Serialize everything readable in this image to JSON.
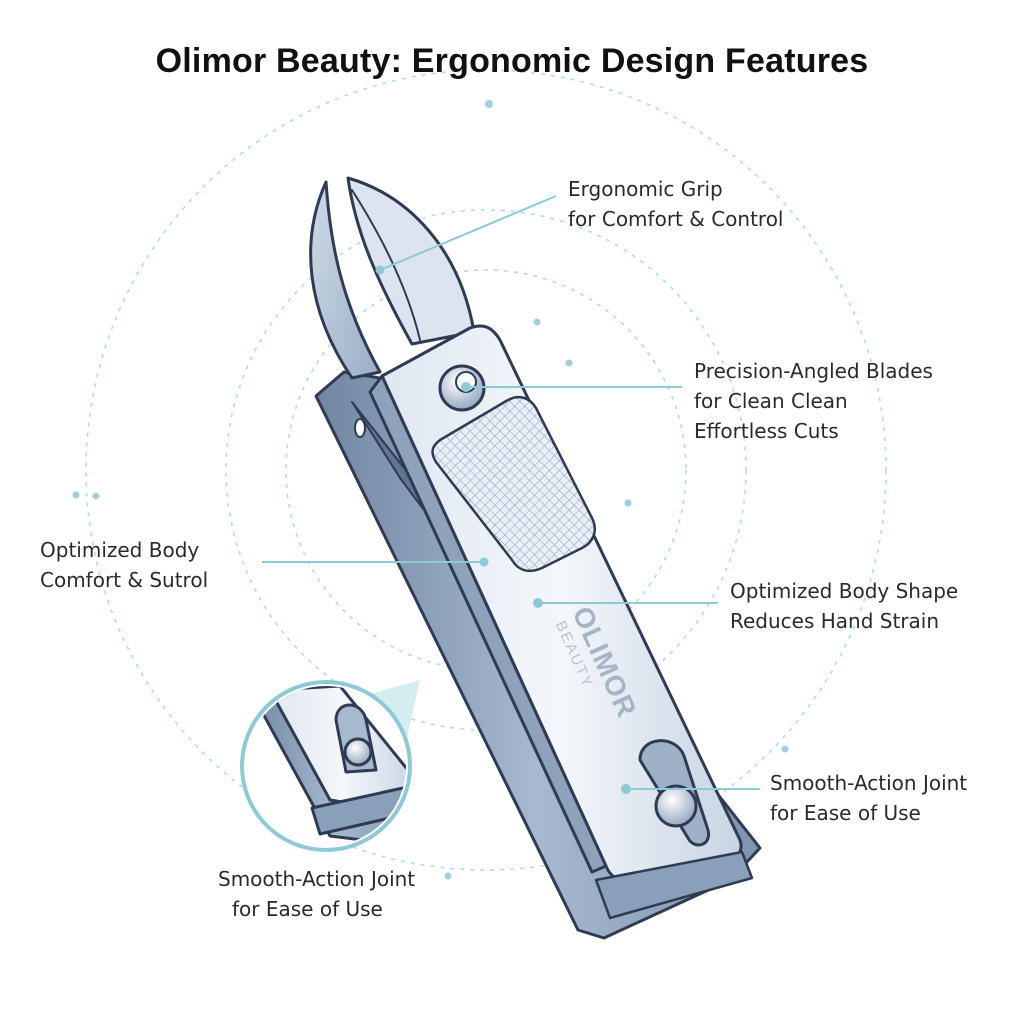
{
  "title": "Olimor Beauty: Ergonomic Design Features",
  "brand": {
    "name": "OLIMOR",
    "sub": "BEAUTY"
  },
  "callouts": {
    "grip": {
      "line1": "Ergonomic Grip",
      "line2": "for Comfort & Control"
    },
    "blades": {
      "line1": "Precision-Angled Blades",
      "line2": "for Clean Clean",
      "line3": "Effortless Cuts"
    },
    "body_left": {
      "line1": "Optimized Body",
      "line2": "Comfort & Sutrol"
    },
    "body_right": {
      "line1": "Optimized Body Shape",
      "line2": "Reduces Hand Strain"
    },
    "joint_right": {
      "line1": "Smooth-Action Joint",
      "line2": "for Ease of Use"
    },
    "joint_inset": {
      "line1": "Smooth-Action Joint",
      "line2": "for Ease of Use"
    }
  },
  "colors": {
    "accent_line": "#8ec9d6",
    "dashed_ring": "#b5dbe3",
    "metal_dark": "#7e93ad",
    "metal_mid": "#bccbdc",
    "metal_light": "#e6edf5",
    "outline": "#2f3b52"
  }
}
